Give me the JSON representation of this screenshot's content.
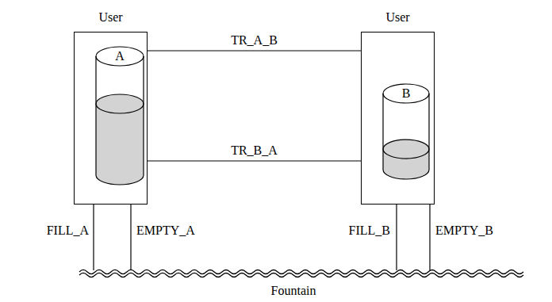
{
  "diagram": {
    "nodes": [
      {
        "text": [
          "User"
        ]
      },
      {
        "text": [
          "A"
        ],
        "in": 0
      },
      {
        "text": [
          "User"
        ]
      },
      {
        "text": [
          "B"
        ],
        "in": 2
      }
    ],
    "edges": [
      {
        "from": 0,
        "to": 2,
        "label": "TR_A_B",
        "arrow": "none"
      },
      {
        "from": 2,
        "to": 0,
        "label": "TR_B_A",
        "arrow": "none"
      }
    ],
    "labels": [
      "FILL_A",
      "EMPTY_A",
      "FILL_B",
      "EMPTY_B",
      "Fountain"
    ]
  }
}
